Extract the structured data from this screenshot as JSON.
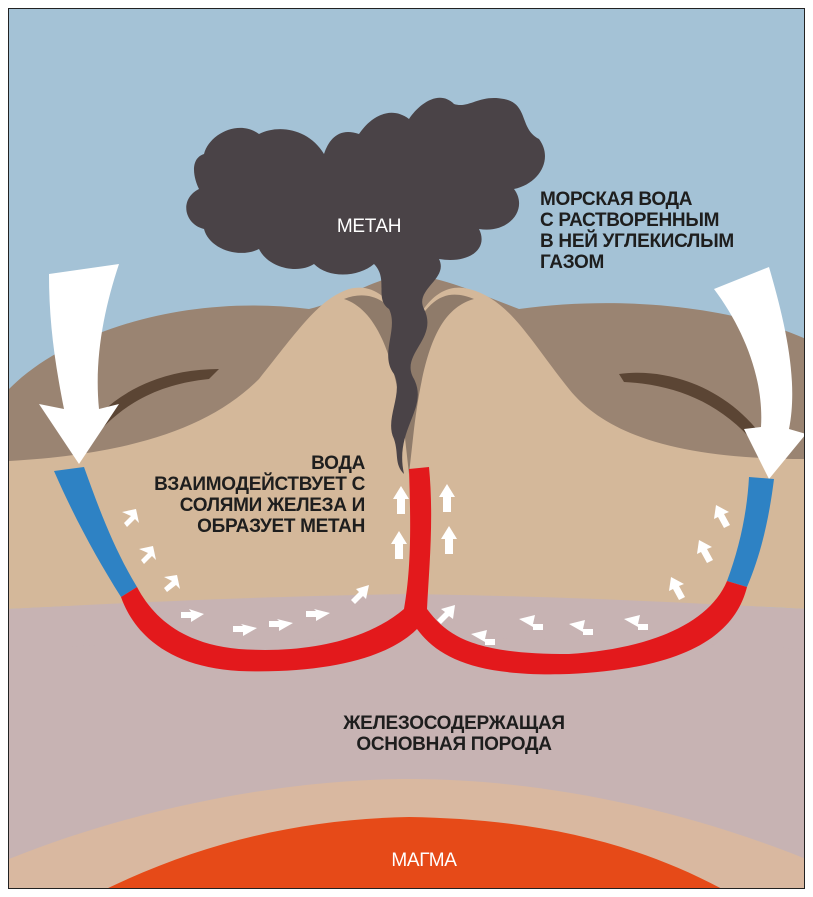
{
  "labels": {
    "methane": "МЕТАН",
    "seawater": [
      "МОРСКАЯ ВОДА",
      "С РАСТВОРЕННЫМ",
      "В НЕЙ УГЛЕКИСЛЫМ",
      "ГАЗОМ"
    ],
    "reaction": [
      "ВОДА",
      "ВЗАИМОДЕЙСТВУЕТ С",
      "СОЛЯМИ ЖЕЛЕЗА И",
      "ОБРАЗУЕТ МЕТАН"
    ],
    "rock": [
      "ЖЕЛЕЗОСОДЕРЖАЩАЯ",
      "ОСНОВНАЯ ПОРОДА"
    ],
    "magma": "МАГМА"
  },
  "colors": {
    "sea": "#a4c2d6",
    "sediment": "#9a8472",
    "crust": "#d4b89a",
    "basalt": "#c7b3b3",
    "magma_rim": "#d9b8a0",
    "magma": "#e64a18",
    "methane_plume": "#4a4347",
    "cold_water": "#2e82c4",
    "hot_water": "#e3191c",
    "flow_arrows": "#ffffff"
  },
  "icons": [
    "downwelling-arrow",
    "flow-arrow",
    "methane-plume"
  ]
}
